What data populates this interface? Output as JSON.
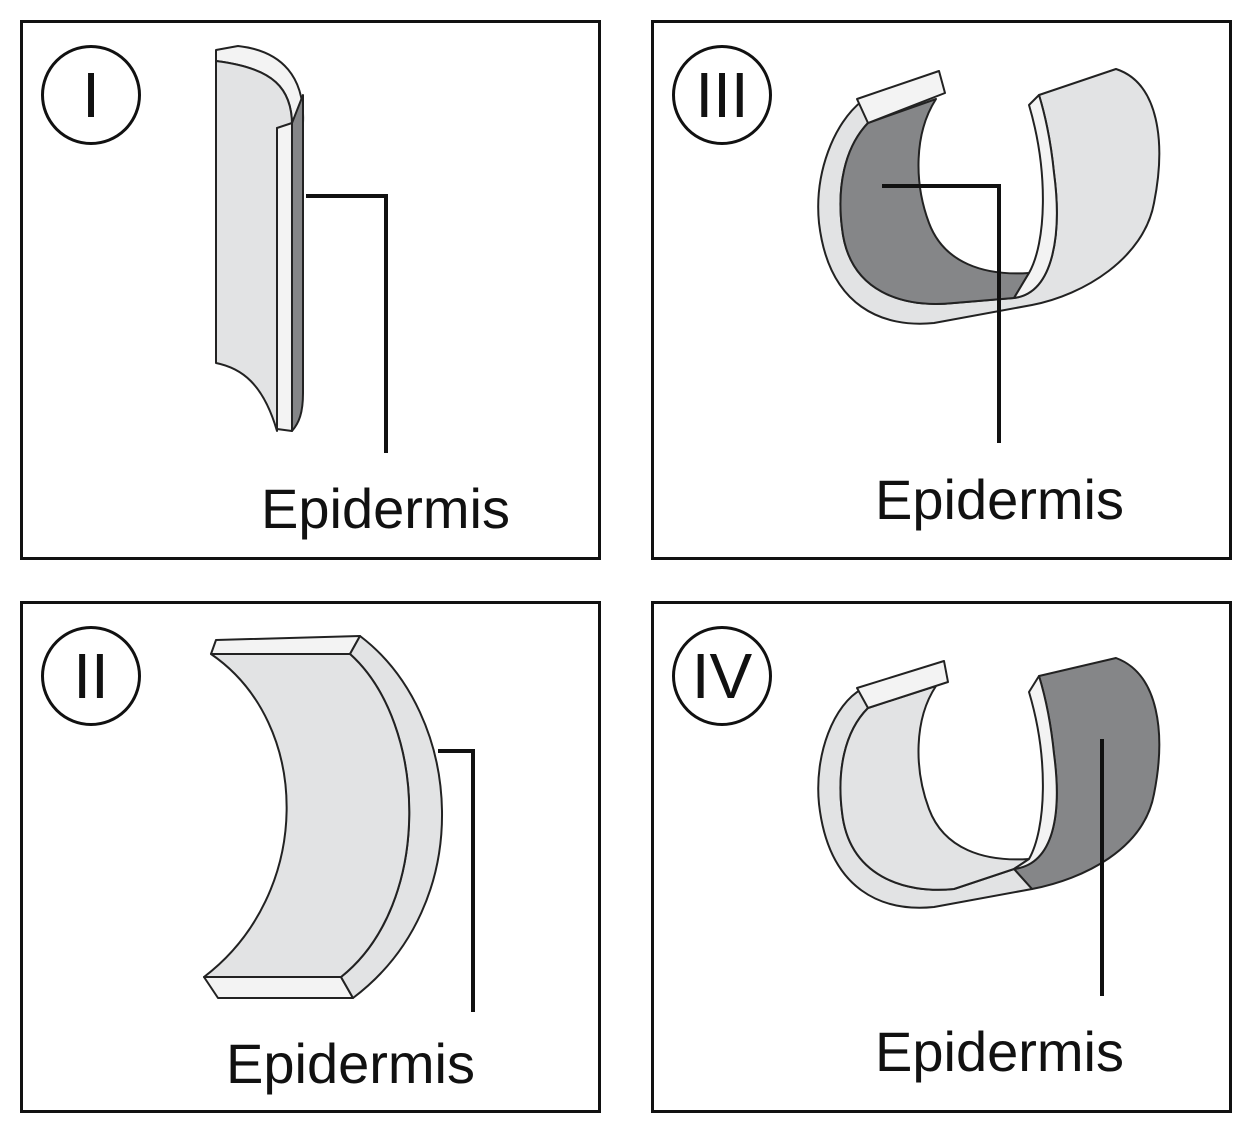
{
  "panels": [
    {
      "numeral": "I",
      "label": "Epidermis"
    },
    {
      "numeral": "II",
      "label": "Epidermis"
    },
    {
      "numeral": "III",
      "label": "Epidermis"
    },
    {
      "numeral": "IV",
      "label": "Epidermis"
    }
  ],
  "colors": {
    "light_face": "#e2e3e4",
    "edge_face": "#f3f3f3",
    "dark_face": "#858688",
    "outline": "#222222"
  }
}
